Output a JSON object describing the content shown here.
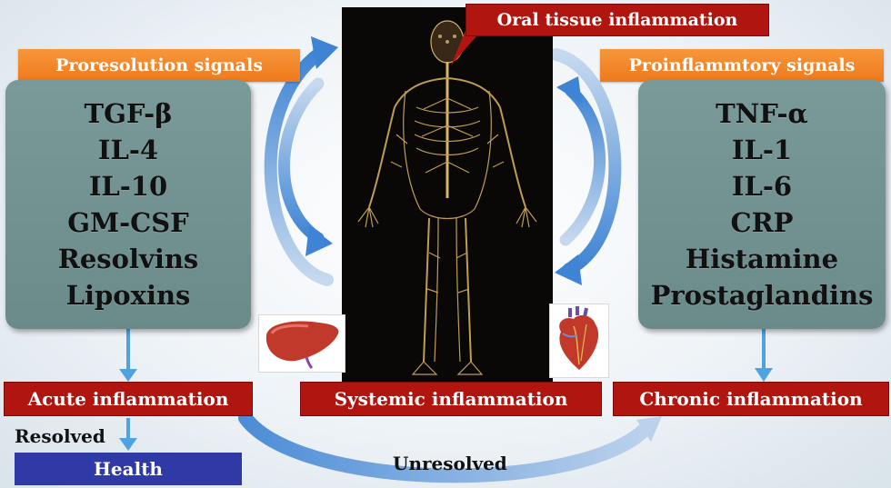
{
  "header": {
    "oral_label": "Oral tissue inflammation"
  },
  "left": {
    "label": "Proresolution signals",
    "items": [
      "TGF-β",
      "IL-4",
      "IL-10",
      "GM-CSF",
      "Resolvins",
      "Lipoxins"
    ]
  },
  "right": {
    "label": "Proinflammtory signals",
    "items": [
      "TNF-α",
      "IL-1",
      "IL-6",
      "CRP",
      "Histamine",
      "Prostaglandins"
    ]
  },
  "bottom": {
    "acute": "Acute inflammation",
    "systemic": "Systemic inflammation",
    "chronic": "Chronic inflammation",
    "resolved": "Resolved",
    "unresolved": "Unresolved",
    "health": "Health"
  },
  "icons": [
    "human-nervous-system-illustration",
    "liver-icon",
    "heart-icon"
  ],
  "colors": {
    "orange": "#f08a2a",
    "red": "#b0150f",
    "teal_box": "#729393",
    "arrow_blue": "#4f8fd6",
    "health_blue": "#2f3aa6"
  }
}
